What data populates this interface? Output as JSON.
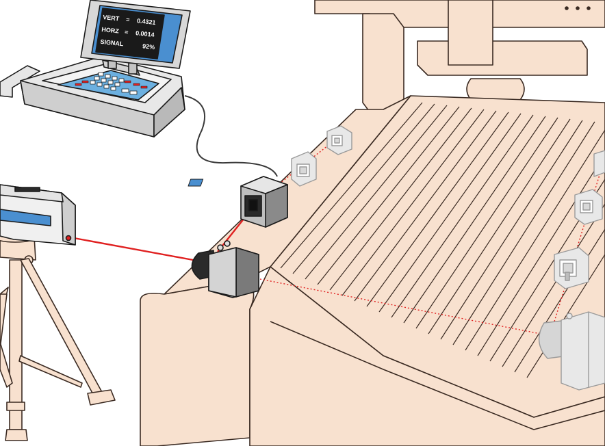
{
  "readout": {
    "vert_label": "VERT",
    "vert_eq": "=",
    "vert_value": "0.4321",
    "horz_label": "HORZ",
    "horz_eq": "=",
    "horz_value": "0.0014",
    "signal_label": "SIGNAL",
    "signal_value": "92%"
  },
  "colors": {
    "machine_fill": "#f8e1cf",
    "machine_stroke": "#3a2a22",
    "laser": "#e02020",
    "screen": "#4a8fd0",
    "keypad": "#6cb0e0",
    "device_dark": "#2a2a2a",
    "device_gray": "#9a9a9a",
    "ghost_gray": "#c8c8c8"
  }
}
